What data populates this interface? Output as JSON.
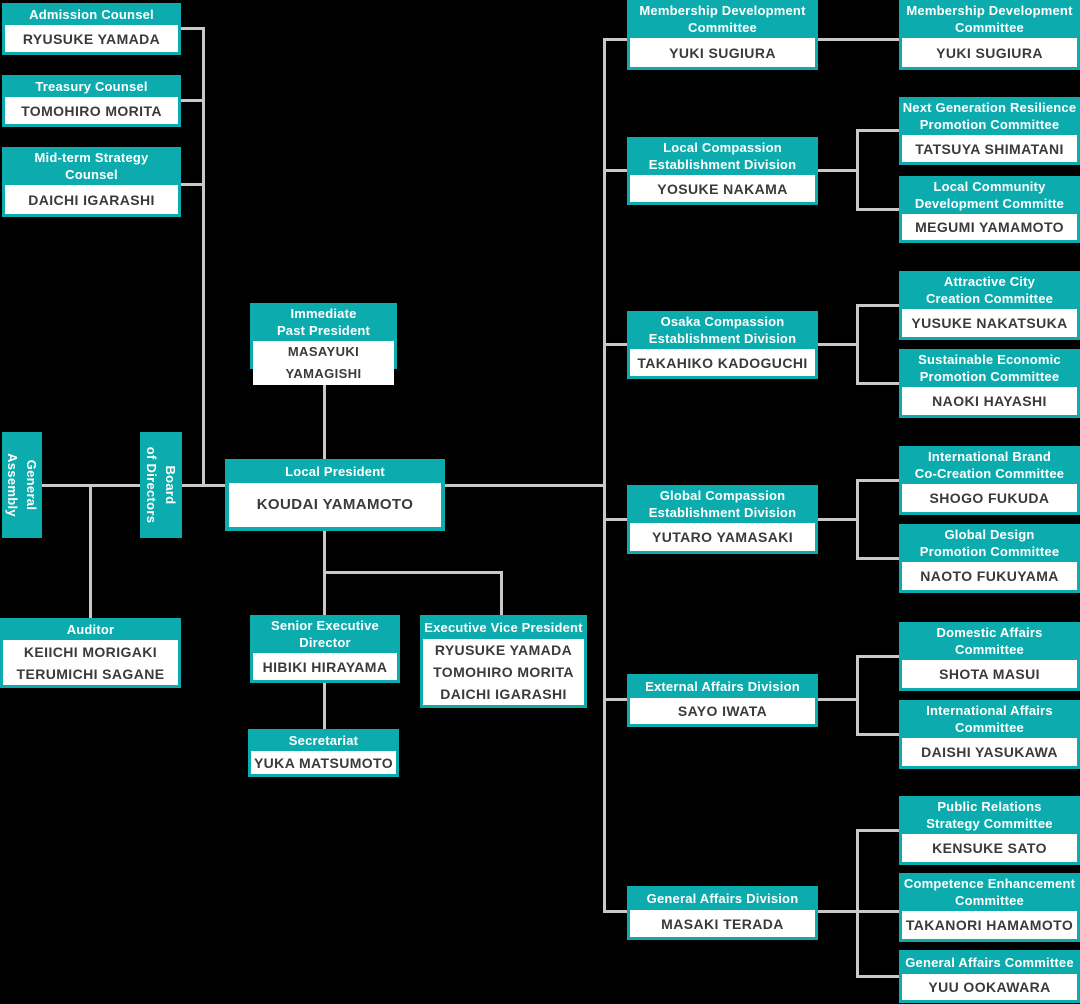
{
  "colors": {
    "teal": "#0cacae",
    "line": "#c9c9c9",
    "name_text": "#3a3a3a",
    "background": "#000000"
  },
  "nodes": {
    "admission": {
      "title": "Admission Counsel",
      "names": "RYUSUKE YAMADA"
    },
    "treasury": {
      "title": "Treasury Counsel",
      "names": "TOMOHIRO MORITA"
    },
    "midterm": {
      "title": "Mid-term Strategy\nCounsel",
      "names": "DAICHI IGARASHI"
    },
    "general_assembly": {
      "title": "General\nAssembly"
    },
    "board": {
      "title": "Board\nof Directors"
    },
    "auditor": {
      "title": "Auditor",
      "names": "KEIICHI MORIGAKI\nTERUMICHI SAGANE"
    },
    "past_president": {
      "title": "Immediate\nPast President",
      "names": "MASAYUKI YAMAGISHI"
    },
    "president": {
      "title": "Local President",
      "names": "KOUDAI YAMAMOTO"
    },
    "senior_exec": {
      "title": "Senior Executive\nDirector",
      "names": "HIBIKI HIRAYAMA"
    },
    "exec_vp": {
      "title": "Executive Vice President",
      "names": "RYUSUKE YAMADA\nTOMOHIRO MORITA\nDAICHI IGARASHI"
    },
    "secretariat": {
      "title": "Secretariat",
      "names": "YUKA MATSUMOTO"
    },
    "membership_div": {
      "title": "Membership Development\nCommittee",
      "names": "YUKI SUGIURA"
    },
    "local_div": {
      "title": "Local Compassion\nEstablishment Division",
      "names": "YOSUKE NAKAMA"
    },
    "osaka_div": {
      "title": "Osaka Compassion\nEstablishment Division",
      "names": "TAKAHIKO KADOGUCHI"
    },
    "global_div": {
      "title": "Global Compassion\nEstablishment Division",
      "names": "YUTARO YAMASAKI"
    },
    "external_div": {
      "title": "External Affairs Division",
      "names": "SAYO IWATA"
    },
    "genaffairs_div": {
      "title": "General Affairs Division",
      "names": "MASAKI TERADA"
    },
    "membership_cmte": {
      "title": "Membership Development\nCommittee",
      "names": "YUKI SUGIURA"
    },
    "nextgen_cmte": {
      "title": "Next Generation Resilience\nPromotion Committee",
      "names": "TATSUYA SHIMATANI"
    },
    "localcommunity_cmte": {
      "title": "Local Community\nDevelopment Committe",
      "names": "MEGUMI YAMAMOTO"
    },
    "attractive_cmte": {
      "title": "Attractive City\nCreation Committee",
      "names": "YUSUKE NAKATSUKA"
    },
    "sustainable_cmte": {
      "title": "Sustainable Economic\nPromotion Committee",
      "names": "NAOKI HAYASHI"
    },
    "intlbrand_cmte": {
      "title": "International Brand\nCo-Creation Committee",
      "names": "SHOGO FUKUDA"
    },
    "globaldesign_cmte": {
      "title": "Global Design\nPromotion Committee",
      "names": "NAOTO FUKUYAMA"
    },
    "domestic_cmte": {
      "title": "Domestic Affairs\nCommittee",
      "names": "SHOTA MASUI"
    },
    "intlaffairs_cmte": {
      "title": "International Affairs\nCommittee",
      "names": "DAISHI YASUKAWA"
    },
    "pr_cmte": {
      "title": "Public Relations\nStrategy Committee",
      "names": "KENSUKE SATO"
    },
    "competence_cmte": {
      "title": "Competence Enhancement\nCommittee",
      "names": "TAKANORI HAMAMOTO"
    },
    "genaffairs_cmte": {
      "title": "General Affairs Committee",
      "names": "YUU OOKAWARA"
    }
  }
}
